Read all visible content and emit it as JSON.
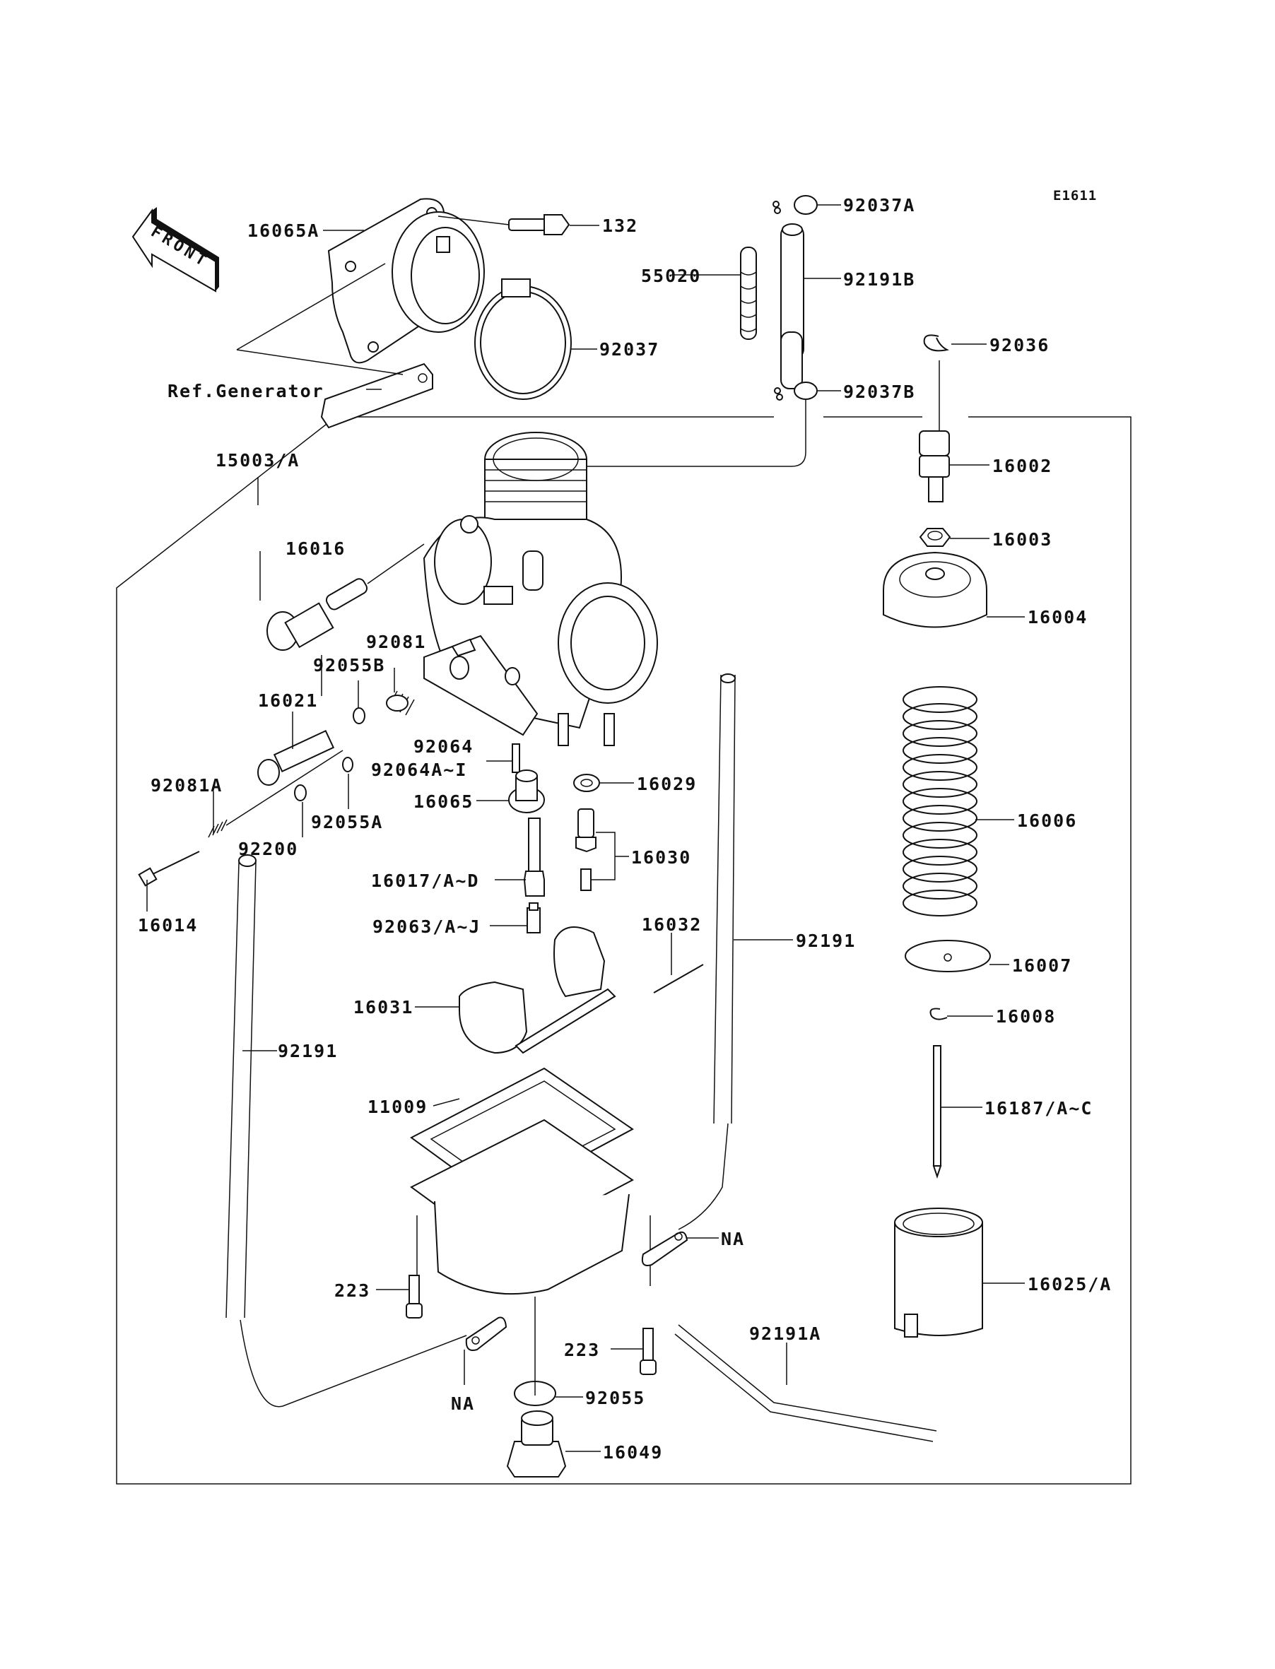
{
  "diagram": {
    "title": "Carburetor exploded parts diagram",
    "diagram_code": "E1611",
    "front_arrow_label": "FRONT",
    "reference_label": "Ref.Generator",
    "callouts": [
      {
        "id": "c-16065A",
        "part": "16065A"
      },
      {
        "id": "c-132",
        "part": "132"
      },
      {
        "id": "c-92037",
        "part": "92037"
      },
      {
        "id": "c-92037A",
        "part": "92037A"
      },
      {
        "id": "c-55020",
        "part": "55020"
      },
      {
        "id": "c-92191B",
        "part": "92191B"
      },
      {
        "id": "c-92036",
        "part": "92036"
      },
      {
        "id": "c-92037B",
        "part": "92037B"
      },
      {
        "id": "c-15003A",
        "part": "15003/A"
      },
      {
        "id": "c-16002",
        "part": "16002"
      },
      {
        "id": "c-16003",
        "part": "16003"
      },
      {
        "id": "c-16016",
        "part": "16016"
      },
      {
        "id": "c-16004",
        "part": "16004"
      },
      {
        "id": "c-92081",
        "part": "92081"
      },
      {
        "id": "c-92055B",
        "part": "92055B"
      },
      {
        "id": "c-16021",
        "part": "16021"
      },
      {
        "id": "c-92064",
        "part": "92064"
      },
      {
        "id": "c-92064AI",
        "part": "92064A~I"
      },
      {
        "id": "c-16029",
        "part": "16029"
      },
      {
        "id": "c-92081A",
        "part": "92081A"
      },
      {
        "id": "c-16065",
        "part": "16065"
      },
      {
        "id": "c-16006",
        "part": "16006"
      },
      {
        "id": "c-92055A",
        "part": "92055A"
      },
      {
        "id": "c-92200",
        "part": "92200"
      },
      {
        "id": "c-16030",
        "part": "16030"
      },
      {
        "id": "c-16017AD",
        "part": "16017/A~D"
      },
      {
        "id": "c-16014",
        "part": "16014"
      },
      {
        "id": "c-92063AJ",
        "part": "92063/A~J"
      },
      {
        "id": "c-16032",
        "part": "16032"
      },
      {
        "id": "c-92191-right",
        "part": "92191"
      },
      {
        "id": "c-16007",
        "part": "16007"
      },
      {
        "id": "c-16031",
        "part": "16031"
      },
      {
        "id": "c-16008",
        "part": "16008"
      },
      {
        "id": "c-92191-left",
        "part": "92191"
      },
      {
        "id": "c-11009",
        "part": "11009"
      },
      {
        "id": "c-16187AC",
        "part": "16187/A~C"
      },
      {
        "id": "c-NA-right",
        "part": "NA"
      },
      {
        "id": "c-16025A",
        "part": "16025/A"
      },
      {
        "id": "c-223-left",
        "part": "223"
      },
      {
        "id": "c-92191A",
        "part": "92191A"
      },
      {
        "id": "c-223-right",
        "part": "223"
      },
      {
        "id": "c-NA-left",
        "part": "NA"
      },
      {
        "id": "c-92055",
        "part": "92055"
      },
      {
        "id": "c-16049",
        "part": "16049"
      }
    ]
  }
}
